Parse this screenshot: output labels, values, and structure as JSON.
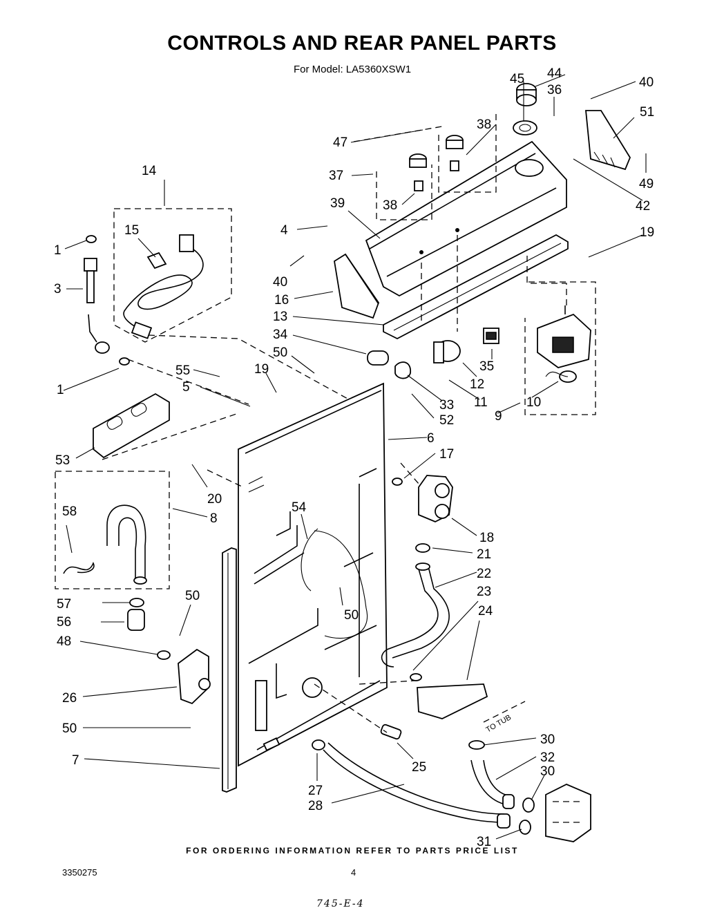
{
  "title": "CONTROLS AND REAR PANEL PARTS",
  "subtitle": "For Model: LA5360XSW1",
  "footer": "FOR ORDERING INFORMATION REFER TO PARTS PRICE LIST",
  "doc_number": "3350275",
  "page_number": "4",
  "handwritten_note": "745-E-4",
  "callouts": [
    {
      "id": "c44",
      "label": "44"
    },
    {
      "id": "c45",
      "label": "45"
    },
    {
      "id": "c36",
      "label": "36"
    },
    {
      "id": "c40a",
      "label": "40"
    },
    {
      "id": "c51",
      "label": "51"
    },
    {
      "id": "c38a",
      "label": "38"
    },
    {
      "id": "c47",
      "label": "47"
    },
    {
      "id": "c37",
      "label": "37"
    },
    {
      "id": "c38b",
      "label": "38"
    },
    {
      "id": "c49",
      "label": "49"
    },
    {
      "id": "c42",
      "label": "42"
    },
    {
      "id": "c39",
      "label": "39"
    },
    {
      "id": "c14",
      "label": "14"
    },
    {
      "id": "c15",
      "label": "15"
    },
    {
      "id": "c1a",
      "label": "1"
    },
    {
      "id": "c3",
      "label": "3"
    },
    {
      "id": "c4",
      "label": "4"
    },
    {
      "id": "c19a",
      "label": "19"
    },
    {
      "id": "c40b",
      "label": "40"
    },
    {
      "id": "c16",
      "label": "16"
    },
    {
      "id": "c13",
      "label": "13"
    },
    {
      "id": "c34",
      "label": "34"
    },
    {
      "id": "c50a",
      "label": "50"
    },
    {
      "id": "c35",
      "label": "35"
    },
    {
      "id": "c12",
      "label": "12"
    },
    {
      "id": "c11",
      "label": "11"
    },
    {
      "id": "c55",
      "label": "55"
    },
    {
      "id": "c19b",
      "label": "19"
    },
    {
      "id": "c5",
      "label": "5"
    },
    {
      "id": "c1b",
      "label": "1"
    },
    {
      "id": "c33",
      "label": "33"
    },
    {
      "id": "c52",
      "label": "52"
    },
    {
      "id": "c10",
      "label": "10"
    },
    {
      "id": "c9",
      "label": "9"
    },
    {
      "id": "c6",
      "label": "6"
    },
    {
      "id": "c53",
      "label": "53"
    },
    {
      "id": "c17",
      "label": "17"
    },
    {
      "id": "c20",
      "label": "20"
    },
    {
      "id": "c58",
      "label": "58"
    },
    {
      "id": "c8",
      "label": "8"
    },
    {
      "id": "c54",
      "label": "54"
    },
    {
      "id": "c18",
      "label": "18"
    },
    {
      "id": "c21",
      "label": "21"
    },
    {
      "id": "c22",
      "label": "22"
    },
    {
      "id": "c23",
      "label": "23"
    },
    {
      "id": "c57",
      "label": "57"
    },
    {
      "id": "c50b",
      "label": "50"
    },
    {
      "id": "c24",
      "label": "24"
    },
    {
      "id": "c56",
      "label": "56"
    },
    {
      "id": "c50c",
      "label": "50"
    },
    {
      "id": "c48",
      "label": "48"
    },
    {
      "id": "c26",
      "label": "26"
    },
    {
      "id": "c50d",
      "label": "50"
    },
    {
      "id": "c30a",
      "label": "30"
    },
    {
      "id": "c32",
      "label": "32"
    },
    {
      "id": "c7",
      "label": "7"
    },
    {
      "id": "c25",
      "label": "25"
    },
    {
      "id": "c30b",
      "label": "30"
    },
    {
      "id": "c27",
      "label": "27"
    },
    {
      "id": "c28",
      "label": "28"
    },
    {
      "id": "c31",
      "label": "31"
    }
  ],
  "tub_label": "TO TUB"
}
